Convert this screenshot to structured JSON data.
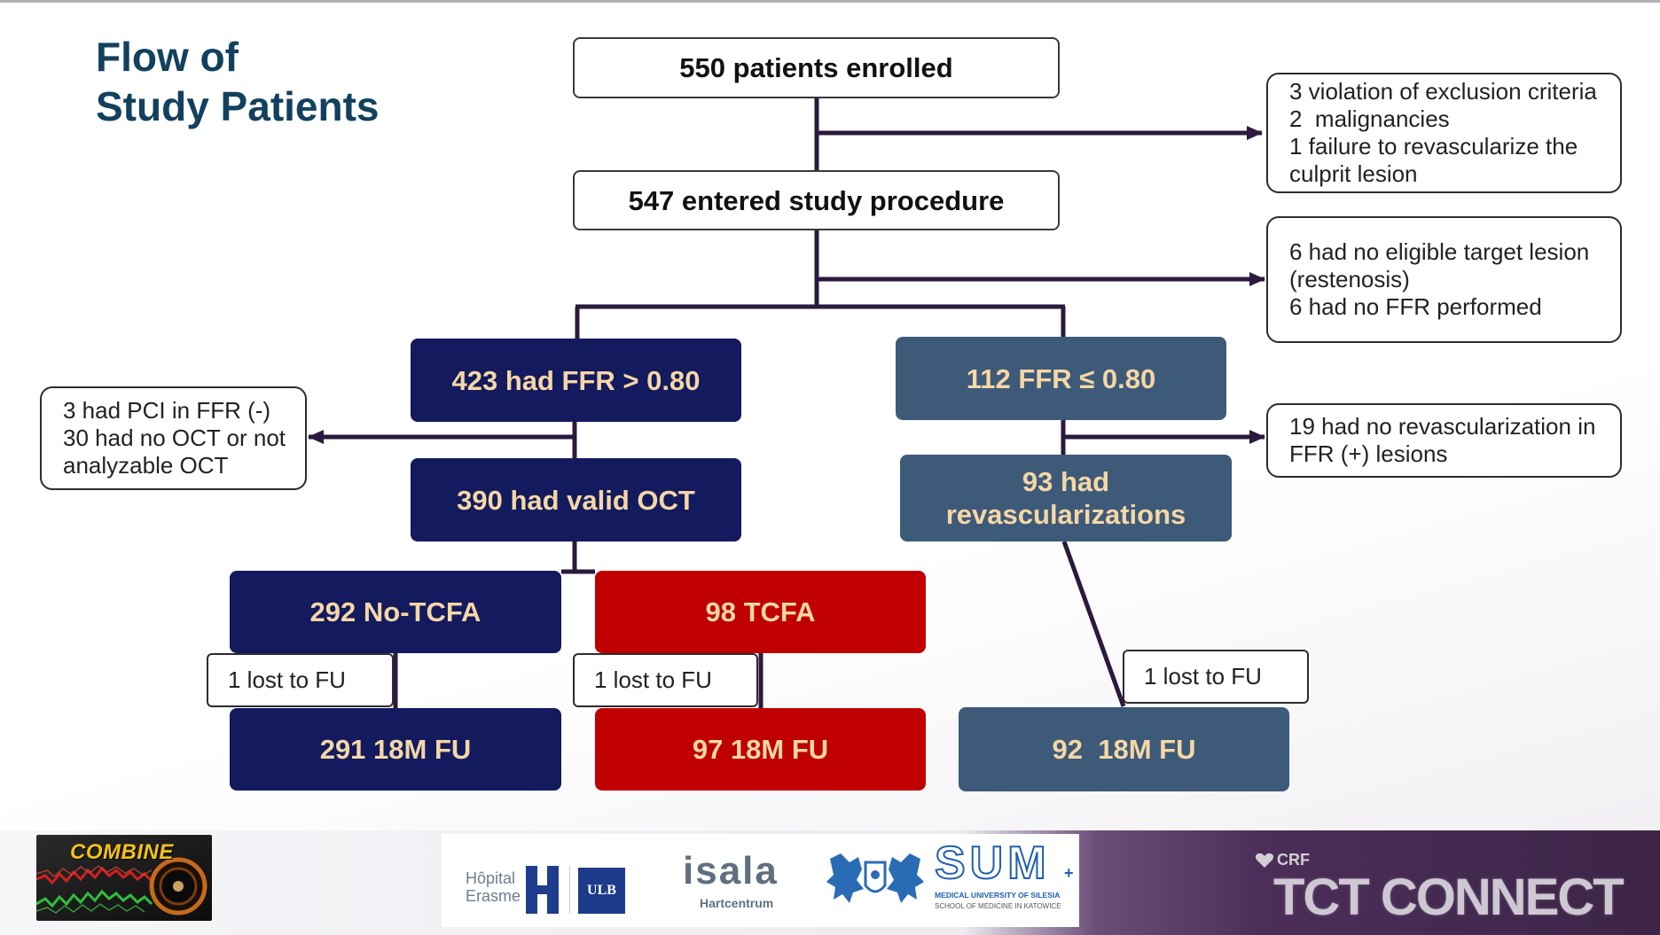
{
  "slide": {
    "title_line1": "Flow of",
    "title_line2": "Study Patients"
  },
  "flow": {
    "enrolled": "550 patients enrolled",
    "entered_procedure": "547 entered study procedure",
    "ffr_above": "423 had FFR > 0.80",
    "ffr_below": "112 FFR ≤ 0.80",
    "valid_oct": "390 had valid OCT",
    "revascularizations": [
      "93 had",
      "revascularizations"
    ],
    "no_tcfa": "292 No-TCFA",
    "tcfa": "98 TCFA",
    "no_tcfa_fu": "291 18M FU",
    "tcfa_fu": "97 18M FU",
    "revasc_fu": "92  18M FU"
  },
  "exclusions": {
    "before_procedure": [
      "3 violation of exclusion criteria",
      "2  malignancies",
      "1 failure to revascularize the",
      "culprit lesion"
    ],
    "before_ffr_split": [
      "6 had no eligible target lesion",
      "(restenosis)",
      "6 had no FFR performed"
    ],
    "ffr_negative_excluded": [
      "3 had PCI in FFR (-)",
      "30 had no OCT or not",
      "analyzable OCT"
    ],
    "ffr_positive_excluded": [
      "19 had no revascularization in",
      "FFR (+) lesions"
    ]
  },
  "lost_to_follow_up": {
    "no_tcfa": "1 lost to FU",
    "tcfa": "1 lost to FU",
    "revasc": "1 lost to FU"
  },
  "footer": {
    "combine_logo": "COMBINE",
    "erasme_line1": "Hôpital",
    "erasme_line2": "Erasme",
    "ulb": "ULB",
    "isala": "isala",
    "isala_sub": "Hartcentrum",
    "sum": "SUM",
    "sum_plus": "+",
    "sum_line1": "MEDICAL UNIVERSITY OF SILESIA",
    "sum_line2": "SCHOOL OF MEDICINE IN KATOWICE",
    "crf": "CRF",
    "tct": "TCT CONNECT"
  },
  "icons": {
    "erasme": "hopital-erasme-h-icon",
    "silesia": "silesia-eagles-crest-icon",
    "crf": "crf-heart-icon",
    "combine": "combine-oct-image-icon"
  },
  "colors": {
    "navy": "#131a5e",
    "steel": "#3e5a79",
    "red": "#c00000",
    "box_text": "#f5d7a6",
    "connector": "#2b1a3e",
    "title": "#12405f"
  }
}
